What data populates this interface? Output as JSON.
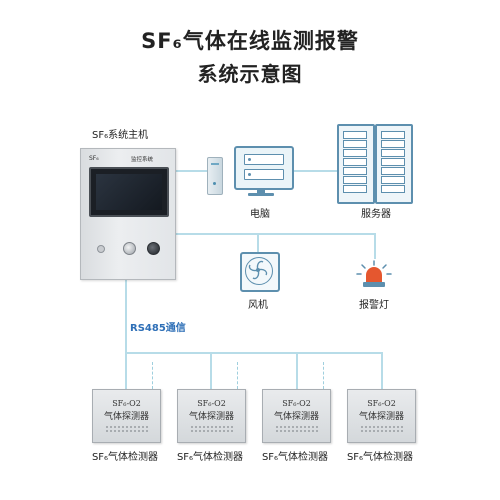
{
  "title": {
    "line1": "SF₆气体在线监测报警",
    "line2": "系统示意图"
  },
  "host": {
    "label": "SF₆系统主机",
    "panel_brand": "SF₆",
    "panel_text": "监控系统"
  },
  "devices": {
    "computer": "电脑",
    "server": "服务器",
    "fan": "风机",
    "alarm_lamp": "报警灯"
  },
  "bus": {
    "label": "RS485通信"
  },
  "detectors": [
    {
      "model": "SF₆-O2",
      "name": "气体探测器",
      "caption": "SF₆气体检测器"
    },
    {
      "model": "SF₆-O2",
      "name": "气体探测器",
      "caption": "SF₆气体检测器"
    },
    {
      "model": "SF₆-O2",
      "name": "气体探测器",
      "caption": "SF₆气体检测器"
    },
    {
      "model": "SF₆-O2",
      "name": "气体探测器",
      "caption": "SF₆气体检测器"
    }
  ],
  "colors": {
    "line": "#b7dce8",
    "accent": "#5d8fae",
    "bus_label": "#2e6fb7"
  }
}
